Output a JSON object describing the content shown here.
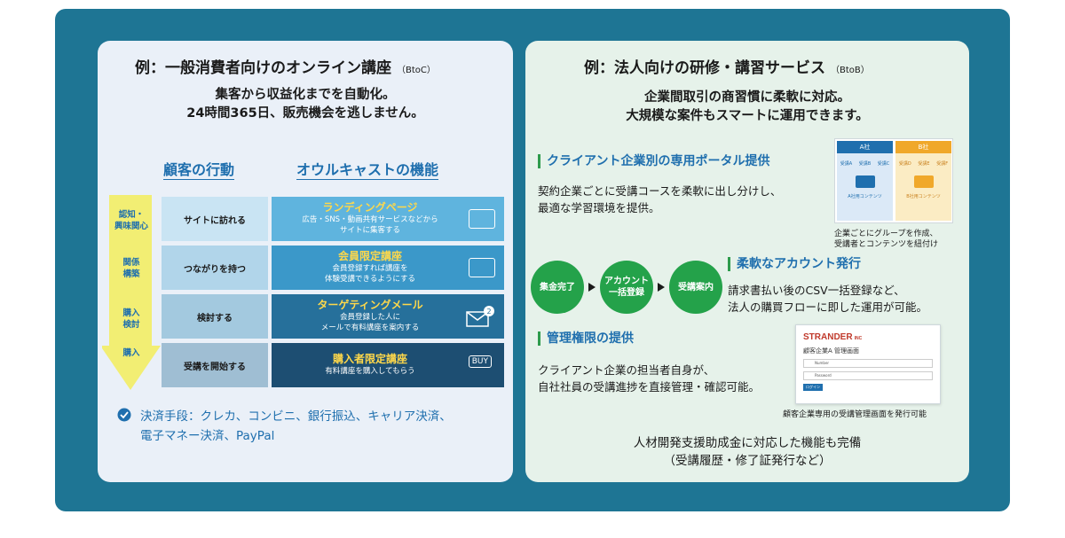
{
  "left": {
    "title": "例：一般消費者向けのオンライン講座",
    "title_tag": "（BtoC）",
    "subtitle_1": "集客から収益化までを自動化。",
    "subtitle_2": "24時間365日、販売機会を逃しません。",
    "col_action": "顧客の行動",
    "col_feature": "オウルキャストの機能",
    "stages": [
      {
        "label_1": "認知・",
        "label_2": "興味関心"
      },
      {
        "label_1": "関係",
        "label_2": "構築"
      },
      {
        "label_1": "購入",
        "label_2": "検討"
      },
      {
        "label_1": "購入",
        "label_2": ""
      }
    ],
    "rows": [
      {
        "action": "サイトに訪れる",
        "feature": "ランディングページ",
        "desc_1": "広告・SNS・動画共有サービスなどから",
        "desc_2": "サイトに集客する",
        "color": "#5fb4de"
      },
      {
        "action": "つながりを持つ",
        "feature": "会員限定講座",
        "desc_1": "会員登録すれば講座を",
        "desc_2": "体験受講できるようにする",
        "color": "#3b98c9"
      },
      {
        "action": "検討する",
        "feature": "ターゲティングメール",
        "desc_1": "会員登録した人に",
        "desc_2": "メールで有料講座を案内する",
        "color": "#26709b"
      },
      {
        "action": "受講を開始する",
        "feature": "購入者限定講座",
        "desc_1": "有料講座を購入してもらう",
        "desc_2": "",
        "color": "#1d4e72"
      }
    ],
    "mail_badge": "2",
    "buy_label": "BUY",
    "payment_1": "決済手段：クレカ、コンビニ、銀行振込、キャリア決済、",
    "payment_2": "電子マネー決済、PayPal"
  },
  "right": {
    "title": "例：法人向けの研修・講習サービス",
    "title_tag": "（BtoB）",
    "subtitle_1": "企業間取引の商習慣に柔軟に対応。",
    "subtitle_2": "大規模な案件もスマートに運用できます。",
    "portal_heading": "クライアント企業別の専用ポータル提供",
    "portal_body_1": "契約企業ごとに受講コースを柔軟に出し分けし、",
    "portal_body_2": "最適な学習環境を提供。",
    "portal_image": {
      "company_a": "A社",
      "company_b": "B社",
      "user_a": [
        "受講A",
        "受講B",
        "受講C"
      ],
      "user_b": [
        "受講D",
        "受講E",
        "受講F"
      ],
      "content_a": "A社用コンテンツ",
      "content_b": "B社用コンテンツ"
    },
    "portal_caption_1": "企業ごとにグループを作成、",
    "portal_caption_2": "受講者とコンテンツを紐付け",
    "flow": [
      {
        "l1": "集金完了",
        "l2": ""
      },
      {
        "l1": "アカウント",
        "l2": "一括登録"
      },
      {
        "l1": "受講案内",
        "l2": ""
      }
    ],
    "account_heading": "柔軟なアカウント発行",
    "account_body_1": "請求書払い後のCSV一括登録など、",
    "account_body_2": "法人の購買フローに即した運用が可能。",
    "admin_heading": "管理権限の提供",
    "admin_body_1": "クライアント企業の担当者自身が、",
    "admin_body_2": "自社社員の受講進捗を直接管理・確認可能。",
    "admin_screen": {
      "brand": "STRANDER",
      "brand_suffix": "INC",
      "screen_title": "顧客企業A 管理画面",
      "field_1": "Number",
      "field_2": "Password",
      "button": "ログイン"
    },
    "admin_caption": "顧客企業専用の受講管理画面を発行可能",
    "footer_1": "人材開発支援助成金に対応した機能も完備",
    "footer_2": "（受講履歴・修了証発行など）"
  },
  "colors": {
    "frame": "#1e7594",
    "accent_blue": "#1f6fae",
    "accent_green": "#24a24a",
    "feature_title": "#ffd84a"
  }
}
